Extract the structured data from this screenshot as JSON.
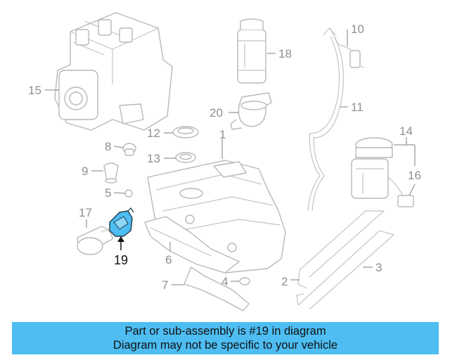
{
  "diagram": {
    "highlight_color": "#4dbdf2",
    "highlighted_part": "19",
    "callouts": [
      "1",
      "2",
      "3",
      "4",
      "5",
      "6",
      "7",
      "8",
      "9",
      "10",
      "11",
      "12",
      "13",
      "14",
      "15",
      "16",
      "17",
      "18",
      "19",
      "20"
    ]
  },
  "banner": {
    "line1": "Part or sub-assembly is #19 in diagram",
    "line2": "Diagram may not be specific to your vehicle"
  }
}
